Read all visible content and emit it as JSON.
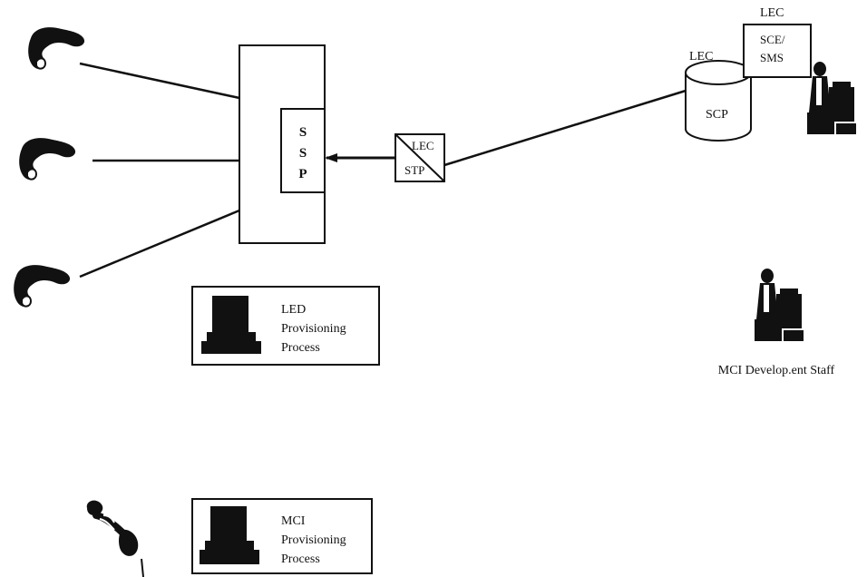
{
  "diagram": {
    "ssp": {
      "lines": [
        "S",
        "S",
        "P"
      ]
    },
    "stp": {
      "owner": "LEC",
      "name": "STP"
    },
    "scp": {
      "owner": "LEC",
      "name": "SCP"
    },
    "sce_sms": {
      "owner": "LEC",
      "lines": [
        "SCE/",
        "SMS"
      ]
    },
    "led_provisioning": {
      "lines": [
        "LED",
        "Provisioning",
        "Process"
      ]
    },
    "mci_provisioning": {
      "lines": [
        "MCI",
        "Provisioning",
        "Process"
      ]
    },
    "mci_staff": {
      "label": "MCI Develop.ent Staff"
    }
  },
  "colors": {
    "ink": "#111111",
    "paper": "#ffffff"
  }
}
